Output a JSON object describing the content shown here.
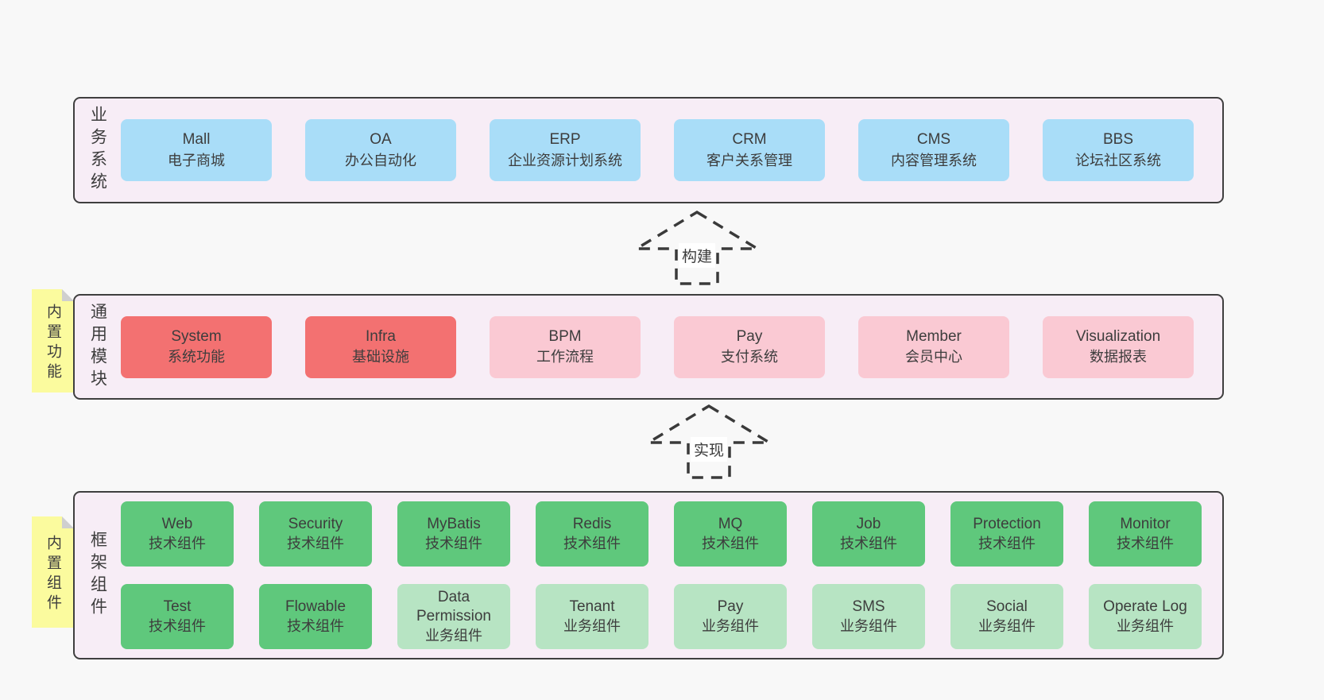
{
  "colors": {
    "page_bg": "#f8f8f8",
    "container_bg": "#f7edf6",
    "container_border": "#3f3f3f",
    "blue_box": "#a9ddf8",
    "red_box": "#f37171",
    "pink_box": "#fac9d3",
    "green_dark_box": "#5fc87c",
    "green_light_box": "#b7e4c3",
    "sticky_yellow": "#fbfb9e",
    "text": "#3d3d3d"
  },
  "arrows": {
    "build": "构建",
    "implement": "实现"
  },
  "business": {
    "label": "业务系统",
    "items": [
      {
        "name": "Mall",
        "desc": "电子商城"
      },
      {
        "name": "OA",
        "desc": "办公自动化"
      },
      {
        "name": "ERP",
        "desc": "企业资源计划系统"
      },
      {
        "name": "CRM",
        "desc": "客户关系管理"
      },
      {
        "name": "CMS",
        "desc": "内容管理系统"
      },
      {
        "name": "BBS",
        "desc": "论坛社区系统"
      }
    ]
  },
  "modules": {
    "label": "通用模块",
    "sticky": "内置功能",
    "items": [
      {
        "name": "System",
        "desc": "系统功能"
      },
      {
        "name": "Infra",
        "desc": "基础设施"
      },
      {
        "name": "BPM",
        "desc": "工作流程"
      },
      {
        "name": "Pay",
        "desc": "支付系统"
      },
      {
        "name": "Member",
        "desc": "会员中心"
      },
      {
        "name": "Visualization",
        "desc": "数据报表"
      }
    ]
  },
  "components": {
    "label": "框架组件",
    "sticky": "内置组件",
    "row1": [
      {
        "name": "Web",
        "desc": "技术组件"
      },
      {
        "name": "Security",
        "desc": "技术组件"
      },
      {
        "name": "MyBatis",
        "desc": "技术组件"
      },
      {
        "name": "Redis",
        "desc": "技术组件"
      },
      {
        "name": "MQ",
        "desc": "技术组件"
      },
      {
        "name": "Job",
        "desc": "技术组件"
      },
      {
        "name": "Protection",
        "desc": "技术组件"
      },
      {
        "name": "Monitor",
        "desc": "技术组件"
      }
    ],
    "row2": [
      {
        "name": "Test",
        "desc": "技术组件"
      },
      {
        "name": "Flowable",
        "desc": "技术组件"
      },
      {
        "name": "Data Permission",
        "desc": "业务组件"
      },
      {
        "name": "Tenant",
        "desc": "业务组件"
      },
      {
        "name": "Pay",
        "desc": "业务组件"
      },
      {
        "name": "SMS",
        "desc": "业务组件"
      },
      {
        "name": "Social",
        "desc": "业务组件"
      },
      {
        "name": "Operate Log",
        "desc": "业务组件"
      }
    ]
  }
}
